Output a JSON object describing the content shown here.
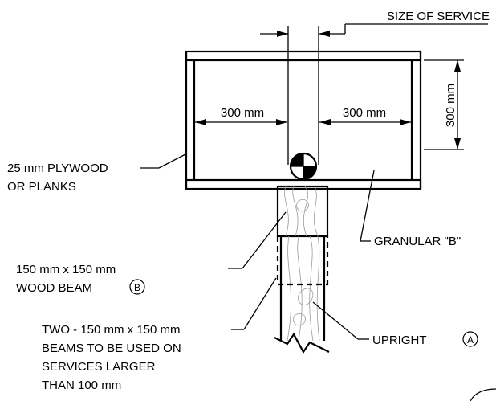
{
  "labels": {
    "size_of_service": "SIZE OF SERVICE",
    "dim_left": "300 mm",
    "dim_right": "300 mm",
    "dim_height": "300 mm",
    "plywood_line1": "25 mm PLYWOOD",
    "plywood_line2": "OR PLANKS",
    "granular": "GRANULAR \"B\"",
    "beam_line1": "150 mm x 150 mm",
    "beam_line2": "WOOD BEAM",
    "beam_tag": "B",
    "two_beams_line1": "TWO - 150 mm x 150 mm",
    "two_beams_line2": "BEAMS TO BE USED ON",
    "two_beams_line3": "SERVICES LARGER",
    "two_beams_line4": "THAN 100 mm",
    "upright": "UPRIGHT",
    "upright_tag": "A"
  }
}
